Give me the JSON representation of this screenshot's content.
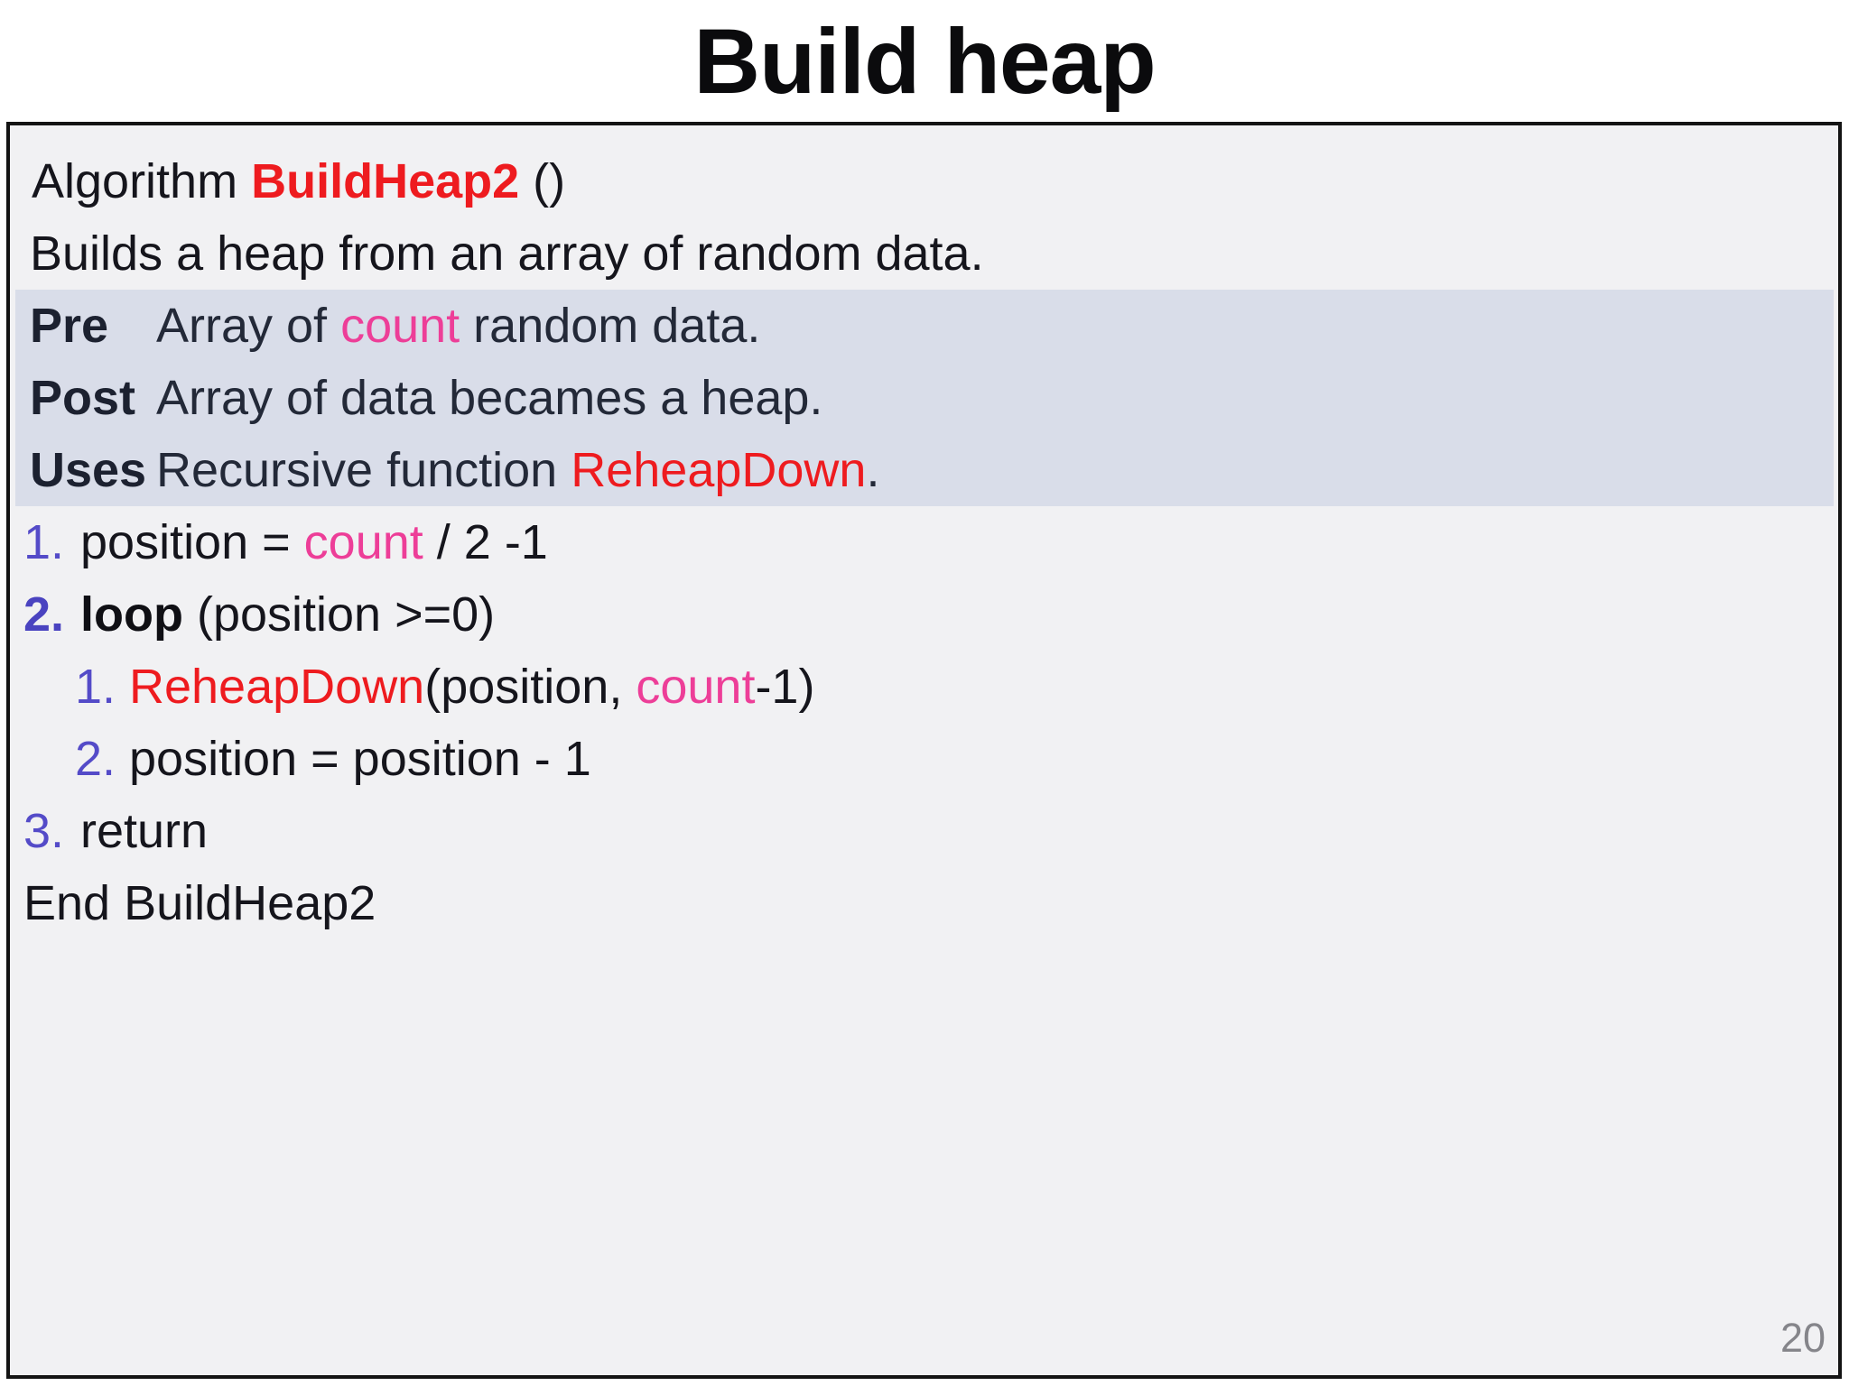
{
  "title": "Build heap",
  "page_number": "20",
  "colors": {
    "slide_background": "#ffffff",
    "box_background": "#f1f1f3",
    "box_border": "#141414",
    "band_background": "#d9dde9",
    "function_red": "#ee1b1f",
    "variable_pink": "#ed3e98",
    "number_blue": "#544bc8",
    "band_text": "#232938",
    "body_text": "#15151c",
    "page_number_gray": "#85858a"
  },
  "algo": {
    "header": {
      "prefix": "Algorithm ",
      "name": "BuildHeap2",
      "suffix": " ()"
    },
    "description": "Builds a heap from an array of random data.",
    "pre": {
      "label": "Pre",
      "before": "Array of ",
      "highlight": "count",
      "after": " random data."
    },
    "post": {
      "label": "Post",
      "text": "Array of data becames a heap."
    },
    "uses": {
      "label": "Uses",
      "before": "Recursive function ",
      "fn": "ReheapDown",
      "after": "."
    },
    "steps": {
      "s1": {
        "num": "1.",
        "before": "position = ",
        "highlight": "count",
        "after": " / 2 -1"
      },
      "s2": {
        "num": "2.",
        "keyword": "loop",
        "after": " (position >=0)"
      },
      "s2_1": {
        "num": "1.",
        "fn": "ReheapDown",
        "mid": "(position, ",
        "highlight": "count",
        "after": "-1)"
      },
      "s2_2": {
        "num": "2.",
        "text": "position = position - 1"
      },
      "s3": {
        "num": "3.",
        "text": "return"
      }
    },
    "footer": "End BuildHeap2"
  }
}
